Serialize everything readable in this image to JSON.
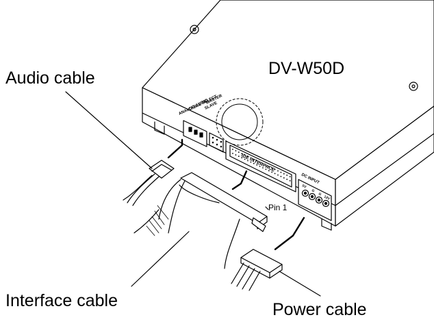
{
  "labels": {
    "model": "DV-W50D",
    "audio_cable": "Audio cable",
    "interface_cable": "Interface cable",
    "power_cable": "Power cable",
    "pin1": "Pin 1"
  },
  "rear_panel": {
    "analog_audio": "ANALOG AUDIO",
    "cable_select": "CABLE SELECT",
    "slave": "SLAVE",
    "master": "MASTER",
    "ide_interface": "IDE INTERFACE",
    "dc_input": "DC INPUT",
    "dc_pins": [
      "5V",
      "G",
      "G",
      "12V"
    ]
  },
  "colors": {
    "ink": "#000000",
    "background": "#ffffff"
  }
}
